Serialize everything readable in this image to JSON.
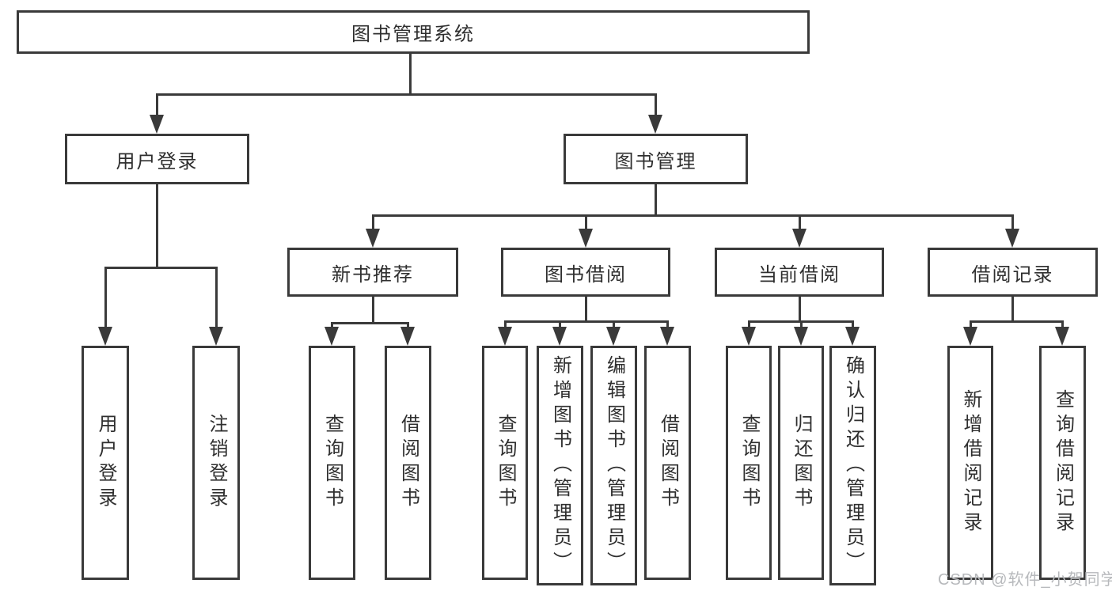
{
  "nodes": {
    "root": "图书管理系统",
    "user_login": "用户登录",
    "book_mgmt": "图书管理",
    "new_books": "新书推荐",
    "book_borrow": "图书借阅",
    "current_borrow": "当前借阅",
    "borrow_records": "借阅记录",
    "leaf_user_login": "用户登录",
    "leaf_logout": "注销登录",
    "leaf_nb_query": "查询图书",
    "leaf_nb_borrow": "借阅图书",
    "leaf_bb_query": "查询图书",
    "leaf_bb_add": "新增图书（管理员）",
    "leaf_bb_edit": "编辑图书（管理员）",
    "leaf_bb_borrow": "借阅图书",
    "leaf_cb_query": "查询图书",
    "leaf_cb_return": "归还图书",
    "leaf_cb_confirm": "确认归还（管理员）",
    "leaf_br_add": "新增借阅记录",
    "leaf_br_query": "查询借阅记录"
  },
  "watermark": "CSDN @软件_小贺同学",
  "colors": {
    "line": "#3a3a3a",
    "text": "#2f2f2f",
    "watermark": "#b7b9bc",
    "background": "#ffffff"
  }
}
